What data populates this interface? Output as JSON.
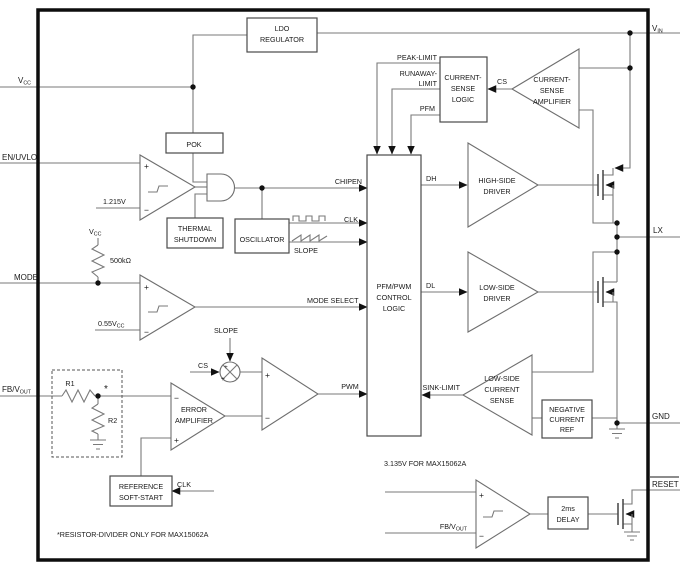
{
  "pins": {
    "vcc": {
      "main": "V",
      "sub": "CC"
    },
    "en_uvlo": "EN/UVLO",
    "mode": "MODE",
    "fb_vout": {
      "main": "FB/V",
      "sub": "OUT"
    },
    "vin": {
      "main": "V",
      "sub": "IN"
    },
    "lx": "LX",
    "gnd": "GND",
    "reset": "RESET"
  },
  "blocks": {
    "ldo": [
      "LDO",
      "REGULATOR"
    ],
    "pok": "POK",
    "thermal": [
      "THERMAL",
      "SHUTDOWN"
    ],
    "oscillator": "OSCILLATOR",
    "cs_logic": [
      "CURRENT-",
      "SENSE",
      "LOGIC"
    ],
    "cs_amp": [
      "CURRENT-",
      "SENSE",
      "AMPLIFIER"
    ],
    "hs_driver": [
      "HIGH-SIDE",
      "DRIVER"
    ],
    "ls_driver": [
      "LOW-SIDE",
      "DRIVER"
    ],
    "control": [
      "PFM/PWM",
      "CONTROL",
      "LOGIC"
    ],
    "ls_sense": [
      "LOW-SIDE",
      "CURRENT",
      "SENSE"
    ],
    "neg_ref": [
      "NEGATIVE",
      "CURRENT",
      "REF"
    ],
    "error_amp": [
      "ERROR",
      "AMPLIFIER"
    ],
    "ref_ss": [
      "REFERENCE",
      "SOFT-START"
    ],
    "delay": [
      "2ms",
      "DELAY"
    ]
  },
  "signals": {
    "peak_limit": "PEAK-LIMIT",
    "runaway_limit": [
      "RUNAWAY-",
      "LIMIT"
    ],
    "pfm": "PFM",
    "cs": "CS",
    "chipen": "CHIPEN",
    "clk": "CLK",
    "slope": "SLOPE",
    "dh": "DH",
    "dl": "DL",
    "mode_select": "MODE SELECT",
    "sink_limit": "SINK-LIMIT",
    "pwm": "PWM"
  },
  "values": {
    "vref": "1.215V",
    "mode_thresh": {
      "main": "0.55V",
      "sub": "CC"
    },
    "pullup": "500kΩ",
    "r1": "R1",
    "r2": "R2",
    "vcc_rail": {
      "main": "V",
      "sub": "CC"
    },
    "fb_vout_cmp": {
      "main": "FB/V",
      "sub": "OUT"
    }
  },
  "notes": {
    "reset_threshold": "3.135V FOR MAX15062A",
    "footnote": "*RESISTOR-DIVIDER ONLY FOR MAX15062A"
  },
  "symbols": {
    "plus": "+",
    "minus": "−",
    "asterisk": "*"
  }
}
